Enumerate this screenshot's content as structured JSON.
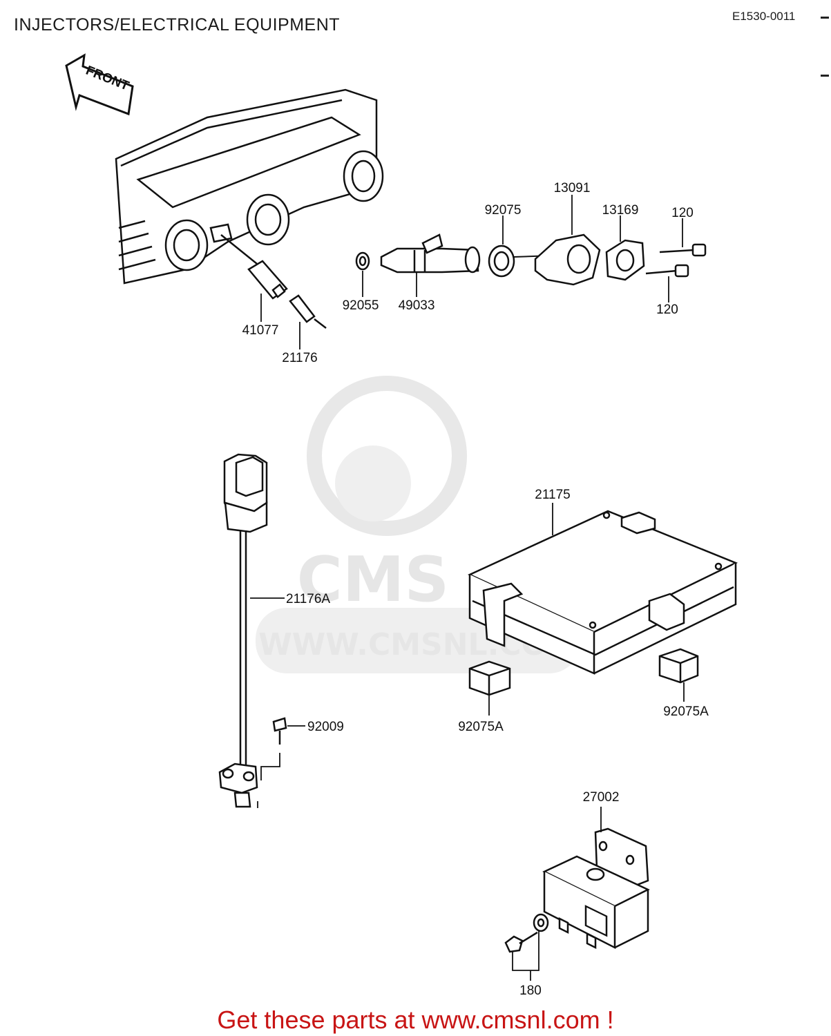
{
  "header": {
    "title": "INJECTORS/ELECTRICAL EQUIPMENT",
    "code": "E1530-0011"
  },
  "front_arrow": "FRONT",
  "parts": {
    "p92075": "92075",
    "p13091": "13091",
    "p13169": "13169",
    "p120a": "120",
    "p120b": "120",
    "p92055": "92055",
    "p49033": "49033",
    "p41077": "41077",
    "p21176": "21176",
    "p21175": "21175",
    "p21176A": "21176A",
    "p92009": "92009",
    "p92075A_left": "92075A",
    "p92075A_right": "92075A",
    "p27002": "27002",
    "p180": "180"
  },
  "watermark": {
    "brand": "CMS",
    "url": "WWW.CMSNL.COM"
  },
  "footer": {
    "cta": "Get these parts at www.cmsnl.com !"
  },
  "colors": {
    "cta": "#c81414",
    "line": "#111111",
    "watermark": "#e6e6e6"
  }
}
